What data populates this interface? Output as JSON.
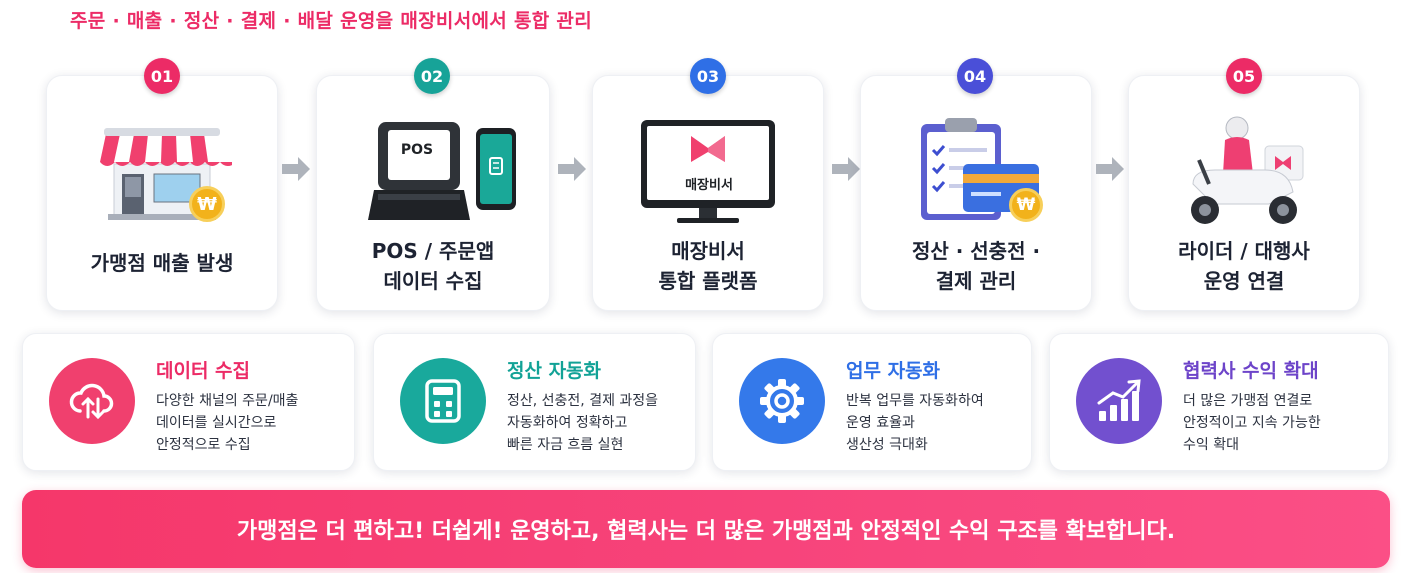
{
  "headline": "주문 · 매출 · 정산 · 결제 · 배달 운영을 매장비서에서 통합 관리",
  "steps": [
    {
      "num": "01",
      "color": "#ec2b66",
      "lines": [
        "가맹점 매출 발생"
      ],
      "icon": "storefront-icon",
      "coin": "₩"
    },
    {
      "num": "02",
      "color": "#17a398",
      "lines": [
        "POS / 주문앱",
        "데이터 수집"
      ],
      "icon": "pos-terminal-icon",
      "pos_text": "POS"
    },
    {
      "num": "03",
      "color": "#2f6fe6",
      "lines": [
        "매장비서",
        "통합 플랫폼"
      ],
      "icon": "monitor-icon",
      "screen_text": "매장비서"
    },
    {
      "num": "04",
      "color": "#4a4fd8",
      "lines": [
        "정산 · 선충전 ·",
        "결제 관리"
      ],
      "icon": "clipboard-card-icon",
      "coin": "₩"
    },
    {
      "num": "05",
      "color": "#ec2b66",
      "lines": [
        "라이더 / 대행사",
        "운영 연결"
      ],
      "icon": "delivery-scooter-icon"
    }
  ],
  "features": [
    {
      "title": "데이터 수집",
      "title_color": "#ec2b66",
      "icon": "cloud-sync-icon",
      "icon_bg": "#f0406e",
      "lines": [
        "다양한 채널의 주문/매출",
        "데이터를 실시간으로",
        "안정적으로 수집"
      ]
    },
    {
      "title": "정산 자동화",
      "title_color": "#12a296",
      "icon": "calculator-icon",
      "icon_bg": "#19a99c",
      "lines": [
        "정산, 선충전, 결제 과정을",
        "자동화하여 정확하고",
        "빠른 자금 흐름 실현"
      ]
    },
    {
      "title": "업무 자동화",
      "title_color": "#2f6fe6",
      "icon": "gear-icon",
      "icon_bg": "#3479ea",
      "lines": [
        "반복 업무를 자동화하여",
        "운영 효율과",
        "생산성 극대화"
      ]
    },
    {
      "title": "협력사 수익 확대",
      "title_color": "#6d44c9",
      "icon": "growth-chart-icon",
      "icon_bg": "#7250cf",
      "lines": [
        "더 많은 가맹점 연결로",
        "안정적이고 지속 가능한",
        "수익 확대"
      ]
    }
  ],
  "banner": "가맹점은 더 편하고! 더쉽게! 운영하고,  협력사는 더 많은 가맹점과 안정적인 수익 구조를 확보합니다."
}
